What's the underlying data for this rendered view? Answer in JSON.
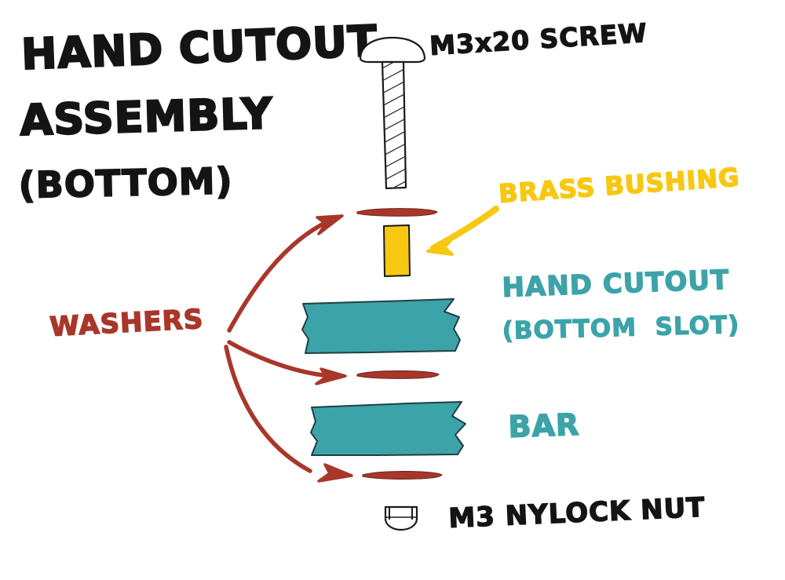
{
  "diagram": {
    "title_lines": [
      "HAND CUTOUT",
      "ASSEMBLY",
      "(BOTTOM)"
    ],
    "title_color": "#141414",
    "background": "#ffffff"
  },
  "labels": {
    "screw": "M3x20 SCREW",
    "brass_bushing": "BRASS BUSHING",
    "washers": "WASHERS",
    "hand_cutout_line1": "HAND CUTOUT",
    "hand_cutout_line2": "(BOTTOM  SLOT)",
    "bar": "BAR",
    "nylock_nut": "M3 NYLOCK NUT"
  },
  "colors": {
    "ink_black": "#141414",
    "teal": "#3CA3A9",
    "teal_stroke": "#1f3f44",
    "brick_red": "#A8372A",
    "yellow": "#F7C811",
    "yellow_outline": "#1a1a1a"
  },
  "parts": [
    {
      "name": "m3x20-screw",
      "kind": "screw",
      "label": "M3x20 SCREW",
      "color": "#141414"
    },
    {
      "name": "washer-top",
      "kind": "washer",
      "label": "WASHERS",
      "color": "#A8372A"
    },
    {
      "name": "brass-bushing",
      "kind": "bushing",
      "label": "BRASS BUSHING",
      "color": "#F7C811"
    },
    {
      "name": "hand-cutout",
      "kind": "plate",
      "label": "HAND CUTOUT (BOTTOM  SLOT)",
      "color": "#3CA3A9"
    },
    {
      "name": "washer-middle",
      "kind": "washer",
      "label": "WASHERS",
      "color": "#A8372A"
    },
    {
      "name": "bar",
      "kind": "plate",
      "label": "BAR",
      "color": "#3CA3A9"
    },
    {
      "name": "washer-bottom",
      "kind": "washer",
      "label": "WASHERS",
      "color": "#A8372A"
    },
    {
      "name": "m3-nylock-nut",
      "kind": "nut",
      "label": "M3 NYLOCK NUT",
      "color": "#141414"
    }
  ],
  "annotations": {
    "washer_arrow_count": 3,
    "bushing_arrow_count": 1
  }
}
